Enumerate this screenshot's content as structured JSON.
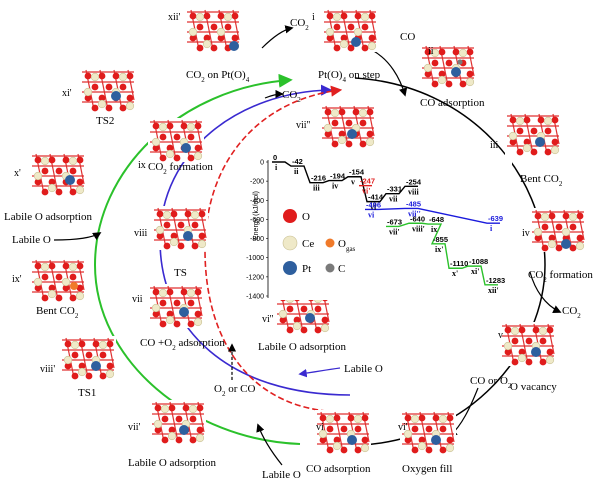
{
  "colors": {
    "oxygen": "#d81e1e",
    "cerium": "#efe9c8",
    "platinum": "#2e5f9e",
    "carbon": "#7a7a7a",
    "o_gas": "#f07a2a",
    "black_path": "#000000",
    "red_path": "#e02020",
    "blue_path": "#1a1adc",
    "green_path": "#2bc12b",
    "purple_path": "#5a30c8"
  },
  "labels": {
    "co2_top": "CO",
    "co2_top_sub": "2",
    "co_top": "CO",
    "co2_mid": "CO",
    "co2_mid_sub": "2",
    "co2_right": "CO",
    "co2_right_sub": "2",
    "labile_o_left": "Labile O",
    "labile_o_mid": "Labile O",
    "labile_o_bottom": "Labile O",
    "o2_or_co": "O",
    "o2_or_co_rest": " or CO",
    "co_or_o2": "CO or O",
    "ts_center": "TS"
  },
  "states": [
    {
      "id": "i",
      "roman": "i",
      "caption": "Pt(O)",
      "caption_sub": "4",
      "caption_rest": " on step"
    },
    {
      "id": "ii",
      "roman": "ii",
      "caption": "CO adsorption"
    },
    {
      "id": "iii",
      "roman": "iii",
      "caption": "Bent CO",
      "caption_sub": "2"
    },
    {
      "id": "iv",
      "roman": "iv",
      "caption": "CO",
      "caption_sub": "2",
      "caption_rest": " formation"
    },
    {
      "id": "v",
      "roman": "v",
      "caption": "O vacancy"
    },
    {
      "id": "vi",
      "roman": "vi",
      "caption": "CO adsorption"
    },
    {
      "id": "vi_p",
      "roman": "vi'",
      "caption": "Oxygen fill"
    },
    {
      "id": "vii_p",
      "roman": "vii'",
      "caption": "Labile O adsorption"
    },
    {
      "id": "viii_p",
      "roman": "viii'",
      "caption": "TS1"
    },
    {
      "id": "ix_p",
      "roman": "ix'",
      "caption": "Bent CO",
      "caption_sub": "2"
    },
    {
      "id": "x_p",
      "roman": "x'",
      "caption": "Labile O adsorption"
    },
    {
      "id": "xi_p",
      "roman": "xi'",
      "caption": "TS2"
    },
    {
      "id": "xii_p",
      "roman": "xii'",
      "caption": "CO",
      "caption_sub": "2",
      "caption_rest": " on Pt(O)",
      "caption_sub2": "4"
    },
    {
      "id": "vii",
      "roman": "vii",
      "caption": "CO +O",
      "caption_sub": "2",
      "caption_rest": " adsorption"
    },
    {
      "id": "viii",
      "roman": "viii",
      "caption": "TS"
    },
    {
      "id": "ix",
      "roman": "ix",
      "caption": "CO",
      "caption_sub": "2",
      "caption_rest": " formation"
    },
    {
      "id": "vii_pp",
      "roman": "vii''",
      "caption": "TS"
    },
    {
      "id": "vi_pp",
      "roman": "vi''",
      "caption": "Labile O adsorption"
    }
  ],
  "legend": {
    "o": "O",
    "ce": "Ce",
    "o_gas": "O",
    "o_gas_sub": "gas",
    "pt": "Pt",
    "c": "C"
  },
  "energy_plot": {
    "ylabel": "Energy (kJ/mol)",
    "yticks": [
      "0",
      "-200",
      "-400",
      "-600",
      "-800",
      "-1000",
      "-1200",
      "-1400"
    ],
    "ylim": [
      -1400,
      0
    ],
    "black": [
      {
        "step": "i",
        "value": "0"
      },
      {
        "step": "ii",
        "value": "-42"
      },
      {
        "step": "iii",
        "value": "-216"
      },
      {
        "step": "iv",
        "value": "-194"
      },
      {
        "step": "v",
        "value": "-154"
      },
      {
        "step": "vi",
        "value": "-414"
      },
      {
        "step": "vii",
        "value": "-331"
      },
      {
        "step": "viii",
        "value": "-254"
      }
    ],
    "red": [
      {
        "step": "vi'",
        "value": "-247"
      }
    ],
    "blue": [
      {
        "step": "vi",
        "value": "-496"
      },
      {
        "step": "vii''",
        "value": "-485"
      },
      {
        "step": "i",
        "value": "-639"
      }
    ],
    "green": [
      {
        "step": "vii'",
        "value": "-673"
      },
      {
        "step": "viii'",
        "value": "-640"
      },
      {
        "step": "ix",
        "value": "-648"
      },
      {
        "step": "ix'",
        "value": "-855"
      },
      {
        "step": "x'",
        "value": "-1110"
      },
      {
        "step": "xi'",
        "value": "-1088"
      },
      {
        "step": "xii'",
        "value": "-1283"
      }
    ]
  }
}
